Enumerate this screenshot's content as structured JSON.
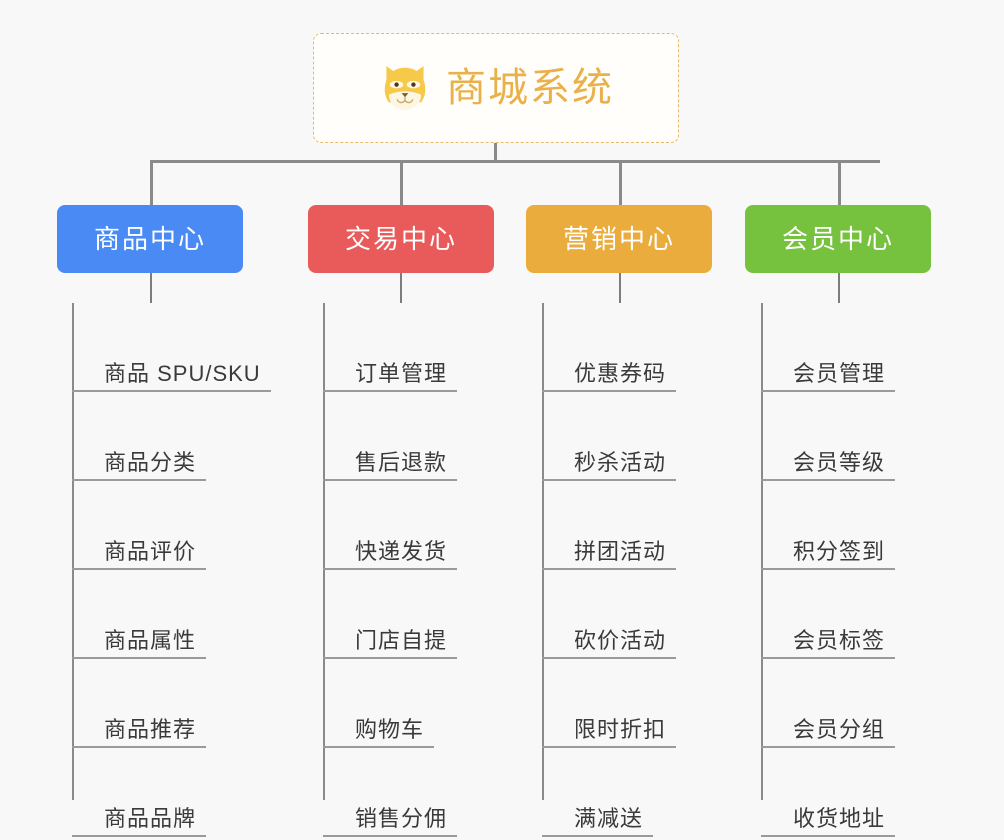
{
  "page": {
    "background_color": "#f8f8f8",
    "type": "mindmap-tree"
  },
  "root": {
    "title": "商城系统",
    "icon": "shiba-dog-face-icon",
    "text_color": "#eab14a",
    "border_color": "#e8b86a",
    "background_color": "#fffefb",
    "border_style": "dashed"
  },
  "branches": [
    {
      "label": "商品中心",
      "color": "#4a8af4",
      "text_color": "#ffffff",
      "items": [
        {
          "label": "商品 SPU/SKU"
        },
        {
          "label": "商品分类"
        },
        {
          "label": "商品评价"
        },
        {
          "label": "商品属性"
        },
        {
          "label": "商品推荐"
        },
        {
          "label": "商品品牌"
        }
      ]
    },
    {
      "label": "交易中心",
      "color": "#e95b5b",
      "text_color": "#ffffff",
      "items": [
        {
          "label": "订单管理"
        },
        {
          "label": "售后退款"
        },
        {
          "label": "快递发货"
        },
        {
          "label": "门店自提"
        },
        {
          "label": "购物车"
        },
        {
          "label": "销售分佣"
        }
      ]
    },
    {
      "label": "营销中心",
      "color": "#eaac3c",
      "text_color": "#ffffff",
      "items": [
        {
          "label": "优惠券码"
        },
        {
          "label": "秒杀活动"
        },
        {
          "label": "拼团活动"
        },
        {
          "label": "砍价活动"
        },
        {
          "label": "限时折扣"
        },
        {
          "label": "满减送"
        }
      ]
    },
    {
      "label": "会员中心",
      "color": "#76c13e",
      "text_color": "#ffffff",
      "items": [
        {
          "label": "会员管理"
        },
        {
          "label": "会员等级"
        },
        {
          "label": "积分签到"
        },
        {
          "label": "会员标签"
        },
        {
          "label": "会员分组"
        },
        {
          "label": "收货地址"
        }
      ]
    }
  ],
  "connector": {
    "color": "#8a8a8a"
  }
}
